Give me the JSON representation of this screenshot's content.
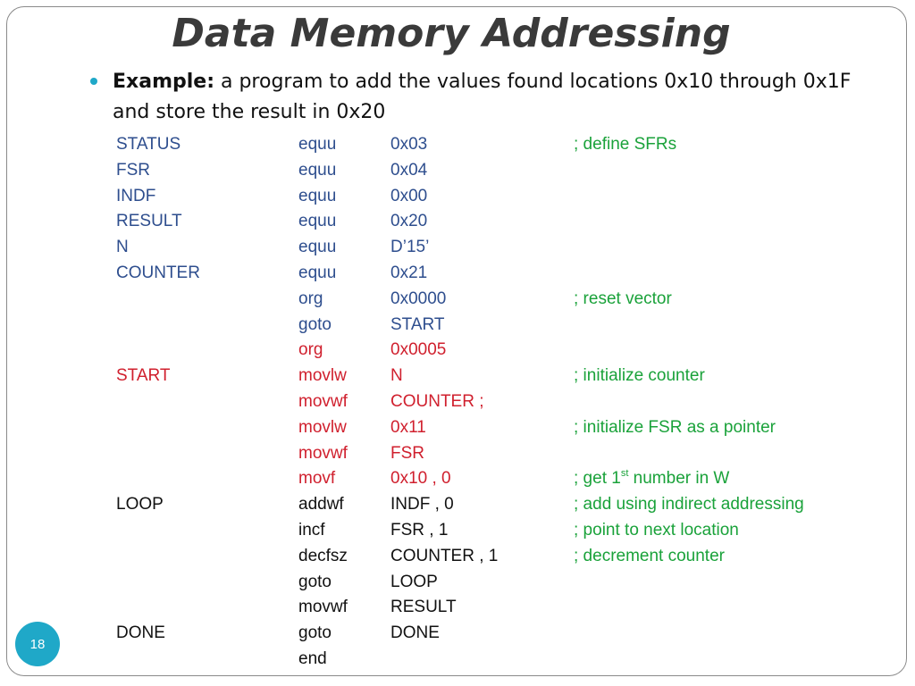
{
  "title": "Data Memory Addressing",
  "example": {
    "label": "Example:",
    "text": " a program to add the values found locations 0x10 through 0x1F and store the result in 0x20"
  },
  "code_rows": [
    {
      "c1": "STATUS",
      "c2": "equu",
      "c3": "0x03",
      "c4": "; define SFRs",
      "color": "blue"
    },
    {
      "c1": "FSR",
      "c2": "equu",
      "c3": "0x04",
      "c4": "",
      "color": "blue"
    },
    {
      "c1": "INDF",
      "c2": "equu",
      "c3": "0x00",
      "c4": "",
      "color": "blue"
    },
    {
      "c1": "RESULT",
      "c2": "equu",
      "c3": "0x20",
      "c4": "",
      "color": "blue"
    },
    {
      "c1": "N",
      "c2": "equu",
      "c3": "D’15’",
      "c4": "",
      "color": "blue"
    },
    {
      "c1": "COUNTER",
      "c2": "equu",
      "c3": "0x21",
      "c4": "",
      "color": "blue"
    },
    {
      "c1": "",
      "c2": "org",
      "c3": "0x0000",
      "c4": "; reset vector",
      "color": "blue"
    },
    {
      "c1": "",
      "c2": "goto",
      "c3": "START",
      "c4": "",
      "color": "blue"
    },
    {
      "c1": "",
      "c2": "org",
      "c3": "0x0005",
      "c4": "",
      "color": "red"
    },
    {
      "c1": "START",
      "c2": "movlw",
      "c3": "N",
      "c4": "; initialize counter",
      "color": "red"
    },
    {
      "c1": "",
      "c2": "movwf",
      "c3": "COUNTER   ;",
      "c4": "",
      "color": "red"
    },
    {
      "c1": "",
      "c2": "movlw",
      "c3": "0x11",
      "c4": "; initialize FSR as a pointer",
      "color": "red"
    },
    {
      "c1": "",
      "c2": "movwf",
      "c3": "FSR",
      "c4": "",
      "color": "red"
    },
    {
      "c1": "",
      "c2": "movf",
      "c3": "0x10 , 0",
      "c4": "; get 1",
      "c4_sup": "st",
      "c4_tail": " number in W",
      "color": "red"
    },
    {
      "c1": "LOOP",
      "c2": "addwf",
      "c3": "INDF , 0",
      "c4": ";  add using indirect addressing",
      "color": "black"
    },
    {
      "c1": "",
      "c2": "incf",
      "c3": "FSR , 1",
      "c4": " ;  point to next location",
      "color": "black"
    },
    {
      "c1": "",
      "c2": "decfsz",
      "c3": "COUNTER , 1",
      "c4": "; decrement counter",
      "color": "black"
    },
    {
      "c1": "",
      "c2": "goto",
      "c3": "LOOP",
      "c4": "",
      "color": "black"
    },
    {
      "c1": "",
      "c2": "movwf",
      "c3": "RESULT",
      "c4": "",
      "color": "black"
    },
    {
      "c1": "DONE",
      "c2": "goto",
      "c3": "DONE",
      "c4": "",
      "color": "black"
    },
    {
      "c1": "",
      "c2": "end",
      "c3": "",
      "c4": "",
      "color": "black"
    }
  ],
  "slide_number": "18",
  "colors": {
    "blue_code": "#2e4e8e",
    "red_code": "#d0202e",
    "black_code": "#111111",
    "comment": "#1aa23a",
    "accent": "#1fa8c8"
  }
}
